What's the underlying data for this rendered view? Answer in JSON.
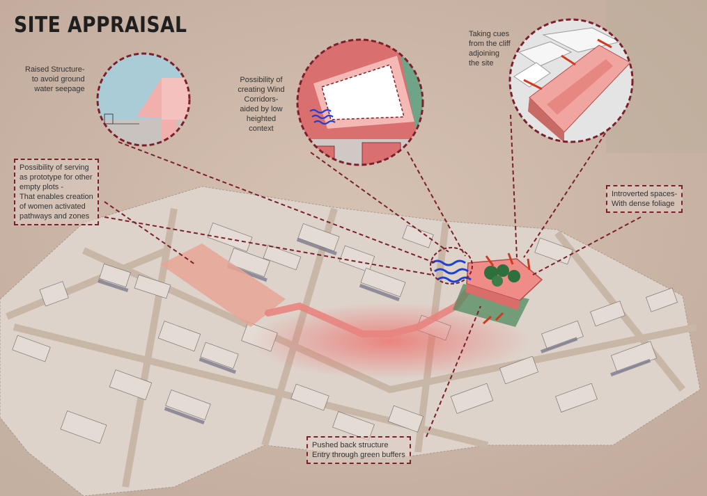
{
  "title": "SITE APPRAISAL",
  "annotations": {
    "raised_structure": [
      "Raised Structure-",
      "to avoid ground",
      "water seepage"
    ],
    "wind_corridors": [
      "Possibility of",
      "creating Wind",
      "Corridors-",
      "aided by low",
      "heighted",
      "context"
    ],
    "cliff_cues": [
      "Taking cues",
      "from the cliff",
      "adjoining",
      "the site"
    ],
    "prototype": [
      "Possibility of serving",
      "as prototype for other",
      "empty plots -",
      "That enables creation",
      "of women activated",
      "pathways and zones"
    ],
    "introverted": [
      "Introverted spaces-",
      "With dense foliage"
    ],
    "pushed_back": [
      "Pushed back structure",
      "Entry through green buffers"
    ]
  },
  "colors": {
    "background": "#cdb8a8",
    "title": "#1f1f1f",
    "leader_lines": "#7a1f2b",
    "site_highlight": "#e8847f",
    "green_buffer": "#4f8a5e",
    "wind_arrows": "#1f3fd6",
    "cliff_arrows": "#d23a1e",
    "sky": "#a9ccd6",
    "block_top": "#d9cfc8",
    "block_shadow": "#7d7b8c"
  }
}
